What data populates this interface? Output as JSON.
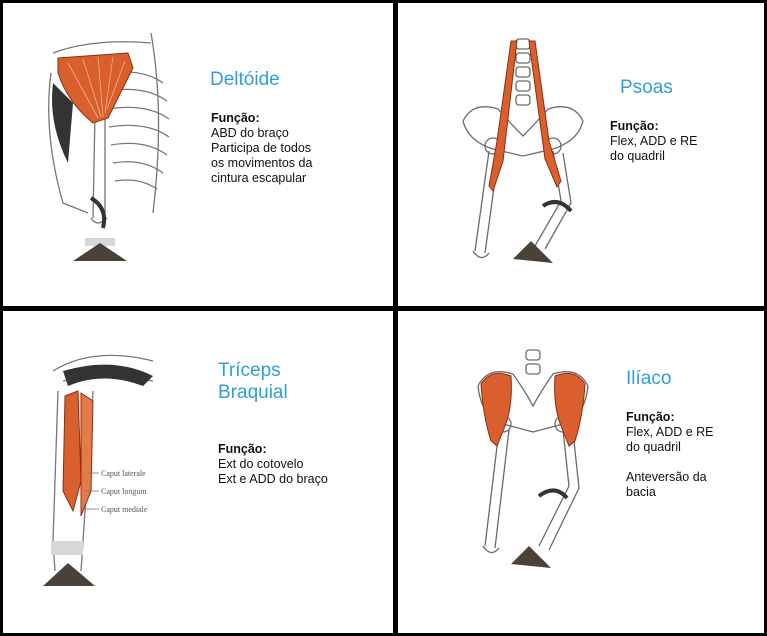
{
  "panels": [
    {
      "id": "deltoide",
      "title": "Deltóide",
      "function_label": "Função:",
      "function_lines": [
        "ABD do braço",
        "Participa de todos",
        "os movimentos da",
        "cintura escapular"
      ],
      "illustration_icon": "shoulder-deltoid-illustration"
    },
    {
      "id": "psoas",
      "title": "Psoas",
      "function_label": "Função:",
      "function_lines": [
        "Flex, ADD e RE",
        "do quadril"
      ],
      "illustration_icon": "pelvis-psoas-illustration"
    },
    {
      "id": "triceps",
      "title_lines": [
        "Tríceps",
        "Braquial"
      ],
      "function_label": "Função:",
      "function_lines": [
        "Ext do cotovelo",
        "Ext e ADD do braço"
      ],
      "captions": [
        "Caput laterale",
        "Caput longum",
        "Caput mediale"
      ],
      "illustration_icon": "arm-triceps-illustration"
    },
    {
      "id": "iliaco",
      "title": "Ilíaco",
      "function_label": "Função:",
      "function_lines": [
        "Flex, ADD e RE",
        "do quadril",
        "",
        "Anteversão da",
        "bacia"
      ],
      "illustration_icon": "pelvis-iliacus-illustration"
    }
  ],
  "colors": {
    "title": "#2f9fd8",
    "muscle": "#d9602e",
    "muscle_dark": "#b8431f",
    "bone_stroke": "#6b6b6b",
    "arrow": "#4a4238"
  }
}
